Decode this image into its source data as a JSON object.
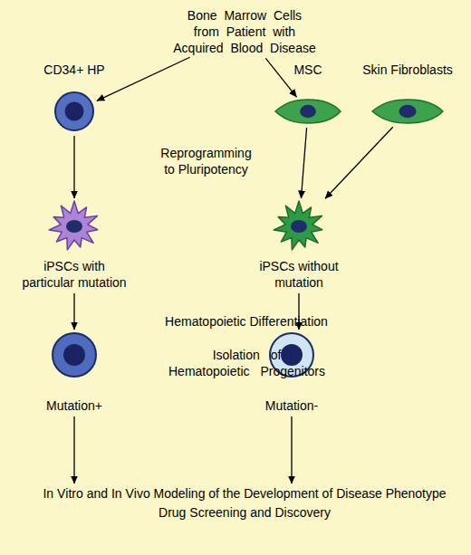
{
  "diagram": {
    "nodes": [
      {
        "text": [
          "Bone Marrow Cells from Patient with Acquired Blood Disease"
        ]
      },
      {
        "text": [
          "CD34+ HP"
        ]
      },
      {
        "text": [
          "MSC"
        ]
      },
      {
        "text": [
          "Skin Fibroblasts"
        ]
      },
      {
        "text": [
          "iPSCs with particular mutation"
        ]
      },
      {
        "text": [
          "iPSCs without mutation"
        ]
      },
      {
        "text": [
          "Mutation+"
        ]
      },
      {
        "text": [
          "Mutation-"
        ]
      },
      {
        "text": [
          "In Vitro and In Vivo Modeling of the Development of Disease Phenotype Drug Screening and Discovery"
        ]
      }
    ],
    "edges": [
      {
        "from": 0,
        "to": 1,
        "arrow": "to"
      },
      {
        "from": 0,
        "to": 2,
        "arrow": "to"
      },
      {
        "from": 1,
        "to": 4,
        "arrow": "to"
      },
      {
        "from": 2,
        "to": 5,
        "arrow": "to"
      },
      {
        "from": 3,
        "to": 5,
        "arrow": "to"
      },
      {
        "from": 4,
        "to": 6,
        "arrow": "to"
      },
      {
        "from": 5,
        "to": 7,
        "arrow": "to"
      },
      {
        "from": 6,
        "to": 8,
        "arrow": "to"
      },
      {
        "from": 7,
        "to": 8,
        "arrow": "to"
      }
    ],
    "labels": [
      "Reprogramming to Pluripotency",
      "Hematopoietic Differentiation",
      "Isolation of Hematopoietic Progenitors"
    ]
  }
}
